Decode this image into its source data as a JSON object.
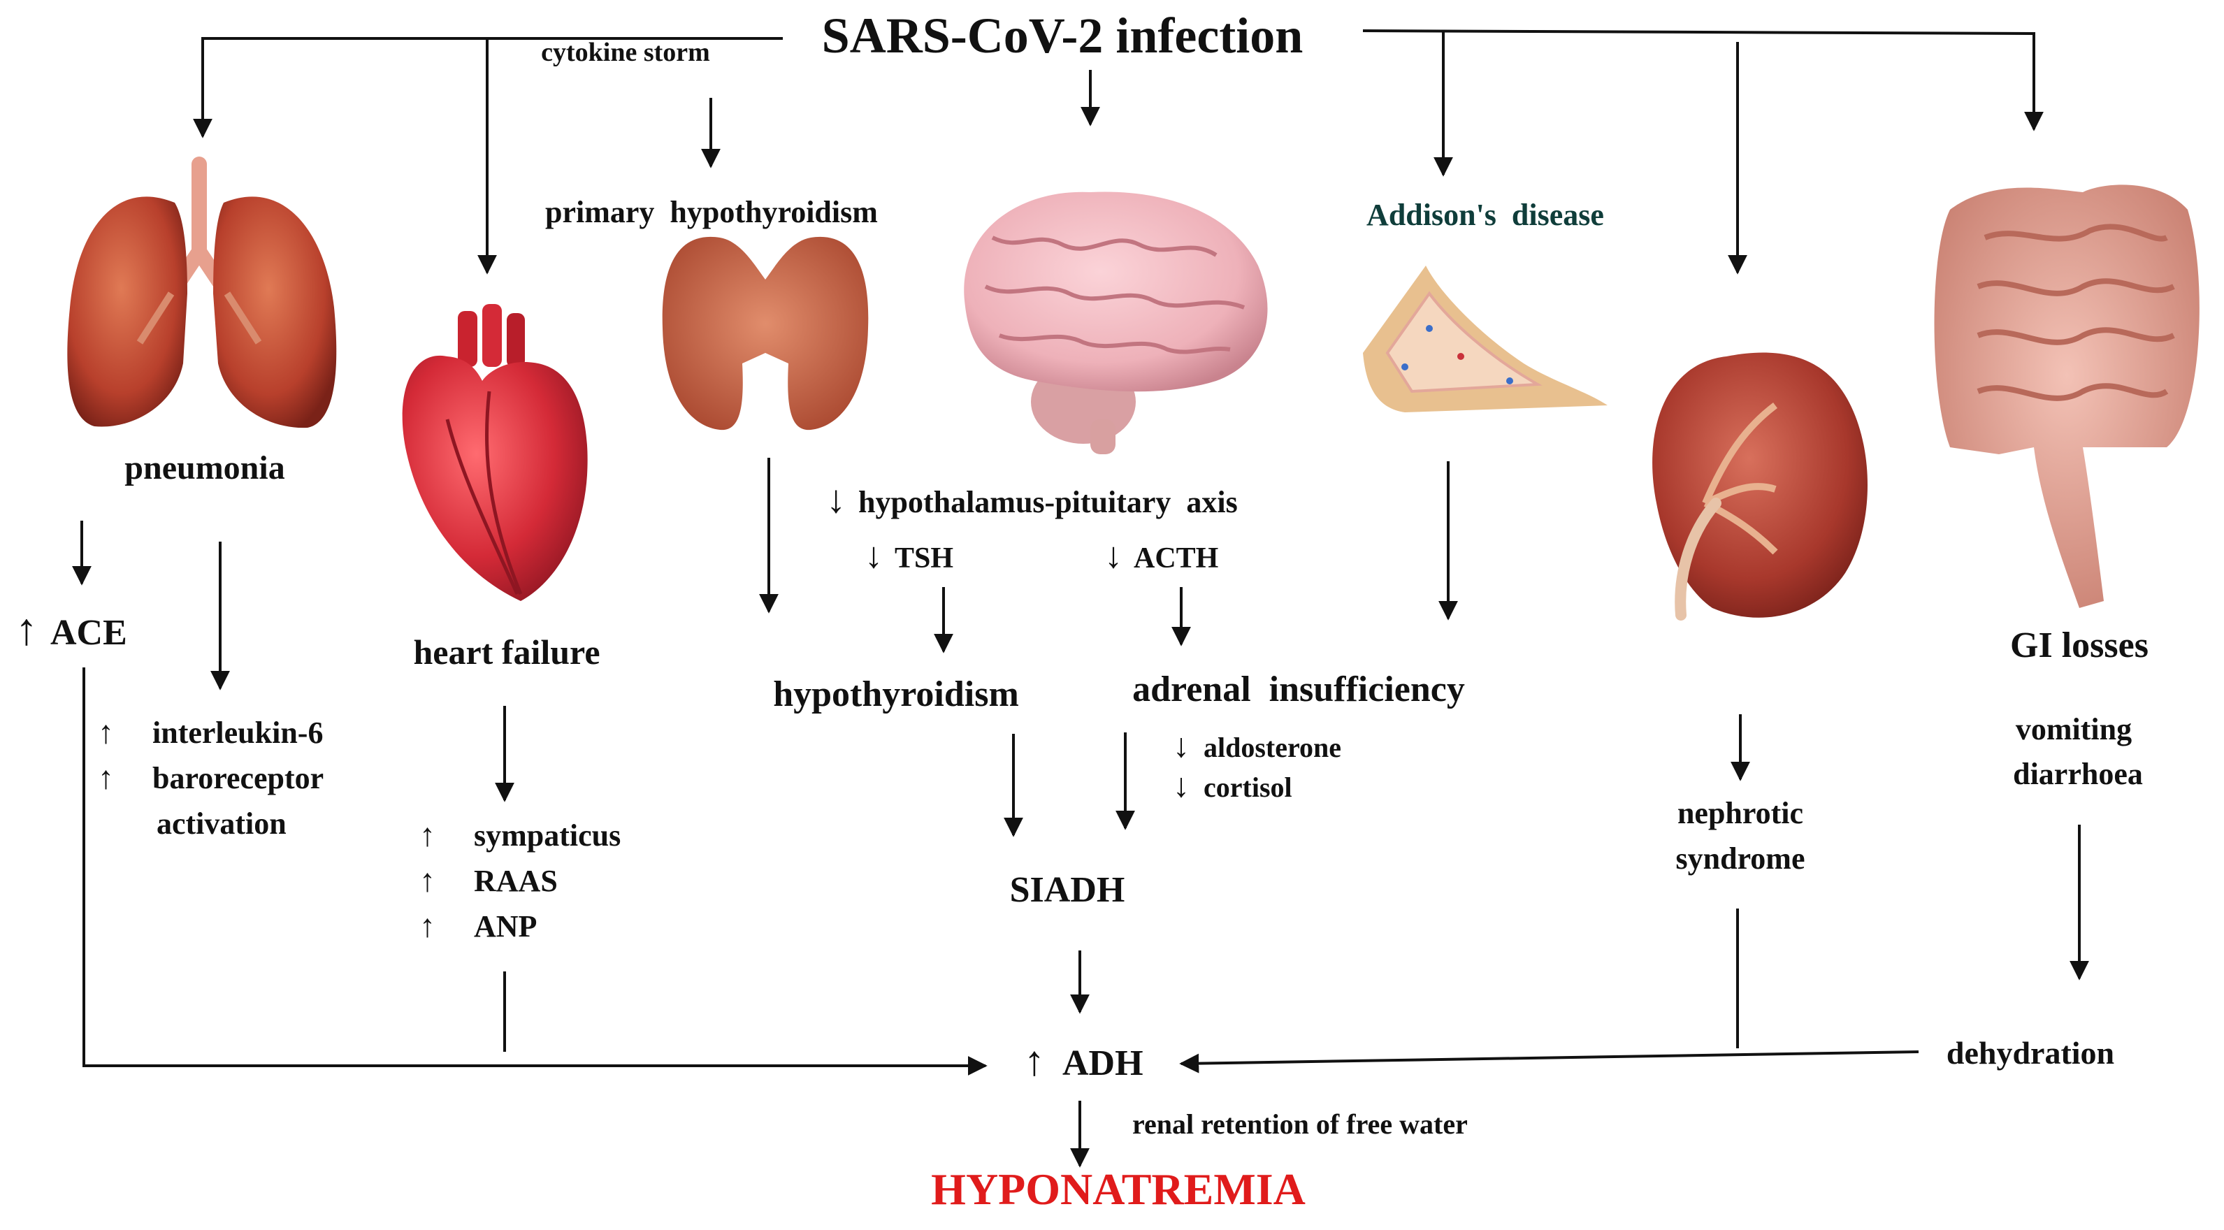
{
  "diagram": {
    "top": {
      "title": "SARS-CoV-2 infection",
      "cytokine_storm": "cytokine storm"
    },
    "causes": {
      "pneumonia": {
        "label": "pneumonia",
        "ace": "ACE",
        "ace_arrow": "↑",
        "effects": [
          {
            "arrow": "↑",
            "text": "interleukin-6"
          },
          {
            "arrow": "↑",
            "text": "baroreceptor"
          },
          {
            "arrow": "",
            "text": "activation"
          }
        ]
      },
      "heart_failure": {
        "label": "heart failure",
        "effects": [
          {
            "arrow": "↑",
            "text": "sympaticus"
          },
          {
            "arrow": "↑",
            "text": "RAAS"
          },
          {
            "arrow": "↑",
            "text": "ANP"
          }
        ]
      },
      "primary_hypothyroidism": {
        "label": "primary  hypothyroidism"
      },
      "brain": {
        "hpa": "hypothalamus-pituitary  axis",
        "hpa_arrow": "↓",
        "tsh": "TSH",
        "tsh_arrow": "↓",
        "acth": "ACTH",
        "acth_arrow": "↓",
        "hypothyroidism": "hypothyroidism",
        "adrenal_insufficiency": "adrenal  insufficiency",
        "aldosterone": "aldosterone",
        "aldosterone_arrow": "↓",
        "cortisol": "cortisol",
        "cortisol_arrow": "↓",
        "siadh": "SIADH"
      },
      "addisons": {
        "label": "Addison's  disease"
      },
      "nephrotic": {
        "line1": "nephrotic",
        "line2": "syndrome"
      },
      "gi": {
        "label": "GI losses",
        "line1": "vomiting",
        "line2": "diarrhoea",
        "dehydration": "dehydration"
      }
    },
    "outcome": {
      "adh": "ADH",
      "adh_arrow": "↑",
      "renal": "renal retention of free water",
      "result": "HYPONATREMIA"
    },
    "colors": {
      "text": "#111111",
      "result": "#e01b1b",
      "addisons_label": "#0f3d3a",
      "lung": "#b8402c",
      "heart": "#d42a37",
      "thyroid": "#c8674a",
      "brain": "#eeb1b9",
      "adrenal": "#f0c9a2",
      "kidney": "#a8382c",
      "intestine": "#d99b8b"
    }
  }
}
